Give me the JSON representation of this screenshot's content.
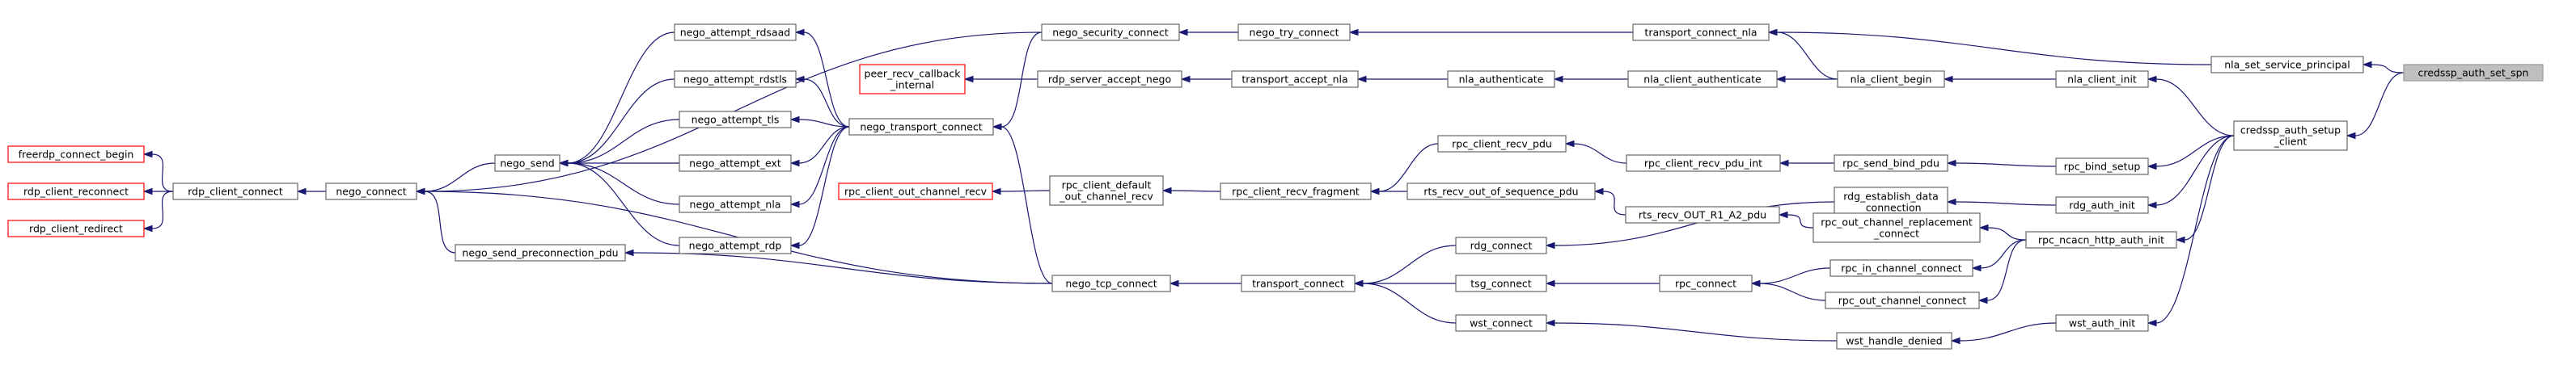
{
  "nodes": [
    {
      "id": "freerdp_connect_begin",
      "lines": [
        "freerdp_connect_begin"
      ],
      "style": "red"
    },
    {
      "id": "rdp_client_reconnect",
      "lines": [
        "rdp_client_reconnect"
      ],
      "style": "red"
    },
    {
      "id": "rdp_client_redirect",
      "lines": [
        "rdp_client_redirect"
      ],
      "style": "red"
    },
    {
      "id": "rdp_client_connect",
      "lines": [
        "rdp_client_connect"
      ],
      "style": "normal"
    },
    {
      "id": "nego_connect",
      "lines": [
        "nego_connect"
      ],
      "style": "normal"
    },
    {
      "id": "nego_send",
      "lines": [
        "nego_send"
      ],
      "style": "normal"
    },
    {
      "id": "nego_send_preconnection_pdu",
      "lines": [
        "nego_send_preconnection_pdu"
      ],
      "style": "normal"
    },
    {
      "id": "nego_attempt_rdsaad",
      "lines": [
        "nego_attempt_rdsaad"
      ],
      "style": "normal"
    },
    {
      "id": "nego_attempt_rdstls",
      "lines": [
        "nego_attempt_rdstls"
      ],
      "style": "normal"
    },
    {
      "id": "nego_attempt_tls",
      "lines": [
        "nego_attempt_tls"
      ],
      "style": "normal"
    },
    {
      "id": "nego_attempt_ext",
      "lines": [
        "nego_attempt_ext"
      ],
      "style": "normal"
    },
    {
      "id": "nego_attempt_nla",
      "lines": [
        "nego_attempt_nla"
      ],
      "style": "normal"
    },
    {
      "id": "nego_attempt_rdp",
      "lines": [
        "nego_attempt_rdp"
      ],
      "style": "normal"
    },
    {
      "id": "peer_recv_callback_internal",
      "lines": [
        "peer_recv_callback",
        "_internal"
      ],
      "style": "red"
    },
    {
      "id": "rpc_client_out_channel_recv",
      "lines": [
        "rpc_client_out_channel_recv"
      ],
      "style": "red"
    },
    {
      "id": "nego_security_connect",
      "lines": [
        "nego_security_connect"
      ],
      "style": "normal"
    },
    {
      "id": "rdp_server_accept_nego",
      "lines": [
        "rdp_server_accept_nego"
      ],
      "style": "normal"
    },
    {
      "id": "nego_transport_connect",
      "lines": [
        "nego_transport_connect"
      ],
      "style": "normal"
    },
    {
      "id": "rpc_client_default_out_channel_recv",
      "lines": [
        "rpc_client_default",
        "_out_channel_recv"
      ],
      "style": "normal"
    },
    {
      "id": "nego_tcp_connect",
      "lines": [
        "nego_tcp_connect"
      ],
      "style": "normal"
    },
    {
      "id": "nego_try_connect",
      "lines": [
        "nego_try_connect"
      ],
      "style": "normal"
    },
    {
      "id": "transport_accept_nla",
      "lines": [
        "transport_accept_nla"
      ],
      "style": "normal"
    },
    {
      "id": "rpc_client_recv_fragment",
      "lines": [
        "rpc_client_recv_fragment"
      ],
      "style": "normal"
    },
    {
      "id": "transport_connect",
      "lines": [
        "transport_connect"
      ],
      "style": "normal"
    },
    {
      "id": "nla_authenticate",
      "lines": [
        "nla_authenticate"
      ],
      "style": "normal"
    },
    {
      "id": "rpc_client_recv_pdu",
      "lines": [
        "rpc_client_recv_pdu"
      ],
      "style": "normal"
    },
    {
      "id": "rts_recv_out_of_sequence_pdu",
      "lines": [
        "rts_recv_out_of_sequence_pdu"
      ],
      "style": "normal"
    },
    {
      "id": "rdg_connect",
      "lines": [
        "rdg_connect"
      ],
      "style": "normal"
    },
    {
      "id": "tsg_connect",
      "lines": [
        "tsg_connect"
      ],
      "style": "normal"
    },
    {
      "id": "wst_connect",
      "lines": [
        "wst_connect"
      ],
      "style": "normal"
    },
    {
      "id": "transport_connect_nla",
      "lines": [
        "transport_connect_nla"
      ],
      "style": "normal"
    },
    {
      "id": "nla_client_authenticate",
      "lines": [
        "nla_client_authenticate"
      ],
      "style": "normal"
    },
    {
      "id": "rpc_client_recv_pdu_int",
      "lines": [
        "rpc_client_recv_pdu_int"
      ],
      "style": "normal"
    },
    {
      "id": "rts_recv_OUT_R1_A2_pdu",
      "lines": [
        "rts_recv_OUT_R1_A2_pdu"
      ],
      "style": "normal"
    },
    {
      "id": "rpc_connect",
      "lines": [
        "rpc_connect"
      ],
      "style": "normal"
    },
    {
      "id": "nla_client_begin",
      "lines": [
        "nla_client_begin"
      ],
      "style": "normal"
    },
    {
      "id": "rpc_send_bind_pdu",
      "lines": [
        "rpc_send_bind_pdu"
      ],
      "style": "normal"
    },
    {
      "id": "rdg_establish_data_connection",
      "lines": [
        "rdg_establish_data",
        "_connection"
      ],
      "style": "normal"
    },
    {
      "id": "rpc_out_channel_replacement_connect",
      "lines": [
        "rpc_out_channel_replacement",
        "_connect"
      ],
      "style": "normal"
    },
    {
      "id": "rpc_in_channel_connect",
      "lines": [
        "rpc_in_channel_connect"
      ],
      "style": "normal"
    },
    {
      "id": "rpc_out_channel_connect",
      "lines": [
        "rpc_out_channel_connect"
      ],
      "style": "normal"
    },
    {
      "id": "wst_handle_denied",
      "lines": [
        "wst_handle_denied"
      ],
      "style": "normal"
    },
    {
      "id": "nla_client_init",
      "lines": [
        "nla_client_init"
      ],
      "style": "normal"
    },
    {
      "id": "rpc_bind_setup",
      "lines": [
        "rpc_bind_setup"
      ],
      "style": "normal"
    },
    {
      "id": "rdg_auth_init",
      "lines": [
        "rdg_auth_init"
      ],
      "style": "normal"
    },
    {
      "id": "rpc_ncacn_http_auth_init",
      "lines": [
        "rpc_ncacn_http_auth_init"
      ],
      "style": "normal"
    },
    {
      "id": "wst_auth_init",
      "lines": [
        "wst_auth_init"
      ],
      "style": "normal"
    },
    {
      "id": "nla_set_service_principal",
      "lines": [
        "nla_set_service_principal"
      ],
      "style": "normal"
    },
    {
      "id": "credssp_auth_setup_client",
      "lines": [
        "credssp_auth_setup",
        "_client"
      ],
      "style": "normal"
    },
    {
      "id": "credssp_auth_set_spn",
      "lines": [
        "credssp_auth_set_spn"
      ],
      "style": "root"
    }
  ],
  "edges": [
    [
      "rdp_client_connect",
      "freerdp_connect_begin"
    ],
    [
      "rdp_client_connect",
      "rdp_client_reconnect"
    ],
    [
      "rdp_client_connect",
      "rdp_client_redirect"
    ],
    [
      "nego_connect",
      "rdp_client_connect"
    ],
    [
      "nego_send",
      "nego_connect"
    ],
    [
      "nego_send_preconnection_pdu",
      "nego_connect"
    ],
    [
      "nego_tcp_connect",
      "nego_connect"
    ],
    [
      "nego_security_connect",
      "nego_connect"
    ],
    [
      "nego_attempt_rdsaad",
      "nego_send"
    ],
    [
      "nego_attempt_rdstls",
      "nego_send"
    ],
    [
      "nego_attempt_tls",
      "nego_send"
    ],
    [
      "nego_attempt_ext",
      "nego_send"
    ],
    [
      "nego_attempt_nla",
      "nego_send"
    ],
    [
      "nego_attempt_rdp",
      "nego_send"
    ],
    [
      "nego_transport_connect",
      "nego_attempt_rdsaad"
    ],
    [
      "nego_transport_connect",
      "nego_attempt_rdstls"
    ],
    [
      "nego_transport_connect",
      "nego_attempt_tls"
    ],
    [
      "nego_transport_connect",
      "nego_attempt_ext"
    ],
    [
      "nego_transport_connect",
      "nego_attempt_nla"
    ],
    [
      "nego_transport_connect",
      "nego_attempt_rdp"
    ],
    [
      "nego_tcp_connect",
      "nego_send_preconnection_pdu"
    ],
    [
      "nego_security_connect",
      "nego_transport_connect"
    ],
    [
      "rdp_server_accept_nego",
      "peer_recv_callback_internal"
    ],
    [
      "rpc_client_default_out_channel_recv",
      "rpc_client_out_channel_recv"
    ],
    [
      "nego_tcp_connect",
      "nego_transport_connect"
    ],
    [
      "nego_try_connect",
      "nego_security_connect"
    ],
    [
      "transport_accept_nla",
      "rdp_server_accept_nego"
    ],
    [
      "rpc_client_recv_fragment",
      "rpc_client_default_out_channel_recv"
    ],
    [
      "transport_connect",
      "nego_tcp_connect"
    ],
    [
      "transport_connect_nla",
      "nego_try_connect"
    ],
    [
      "nla_authenticate",
      "transport_accept_nla"
    ],
    [
      "rpc_client_recv_pdu",
      "rpc_client_recv_fragment"
    ],
    [
      "rts_recv_out_of_sequence_pdu",
      "rpc_client_recv_fragment"
    ],
    [
      "rdg_connect",
      "transport_connect"
    ],
    [
      "tsg_connect",
      "transport_connect"
    ],
    [
      "wst_connect",
      "transport_connect"
    ],
    [
      "nla_client_authenticate",
      "nla_authenticate"
    ],
    [
      "rpc_client_recv_pdu_int",
      "rpc_client_recv_pdu"
    ],
    [
      "rts_recv_OUT_R1_A2_pdu",
      "rts_recv_out_of_sequence_pdu"
    ],
    [
      "rdg_establish_data_connection",
      "rdg_connect"
    ],
    [
      "rpc_connect",
      "tsg_connect"
    ],
    [
      "wst_handle_denied",
      "wst_connect"
    ],
    [
      "nla_client_begin",
      "transport_connect_nla"
    ],
    [
      "nla_client_begin",
      "nla_client_authenticate"
    ],
    [
      "rpc_send_bind_pdu",
      "rpc_client_recv_pdu_int"
    ],
    [
      "rpc_out_channel_replacement_connect",
      "rts_recv_OUT_R1_A2_pdu"
    ],
    [
      "rpc_in_channel_connect",
      "rpc_connect"
    ],
    [
      "rpc_out_channel_connect",
      "rpc_connect"
    ],
    [
      "nla_client_init",
      "nla_client_begin"
    ],
    [
      "rpc_bind_setup",
      "rpc_send_bind_pdu"
    ],
    [
      "rdg_auth_init",
      "rdg_establish_data_connection"
    ],
    [
      "rpc_ncacn_http_auth_init",
      "rpc_out_channel_replacement_connect"
    ],
    [
      "rpc_ncacn_http_auth_init",
      "rpc_in_channel_connect"
    ],
    [
      "rpc_ncacn_http_auth_init",
      "rpc_out_channel_connect"
    ],
    [
      "wst_auth_init",
      "wst_handle_denied"
    ],
    [
      "nla_set_service_principal",
      "transport_connect_nla"
    ],
    [
      "credssp_auth_setup_client",
      "nla_client_init"
    ],
    [
      "credssp_auth_setup_client",
      "rpc_bind_setup"
    ],
    [
      "credssp_auth_setup_client",
      "rdg_auth_init"
    ],
    [
      "credssp_auth_setup_client",
      "rpc_ncacn_http_auth_init"
    ],
    [
      "credssp_auth_setup_client",
      "wst_auth_init"
    ],
    [
      "credssp_auth_set_spn",
      "nla_set_service_principal"
    ],
    [
      "credssp_auth_set_spn",
      "credssp_auth_setup_client"
    ]
  ],
  "colors": {
    "edge": "#191970",
    "node_border": "#666666",
    "entry_border": "#ff0000",
    "root_fill": "#bfbfbf"
  }
}
